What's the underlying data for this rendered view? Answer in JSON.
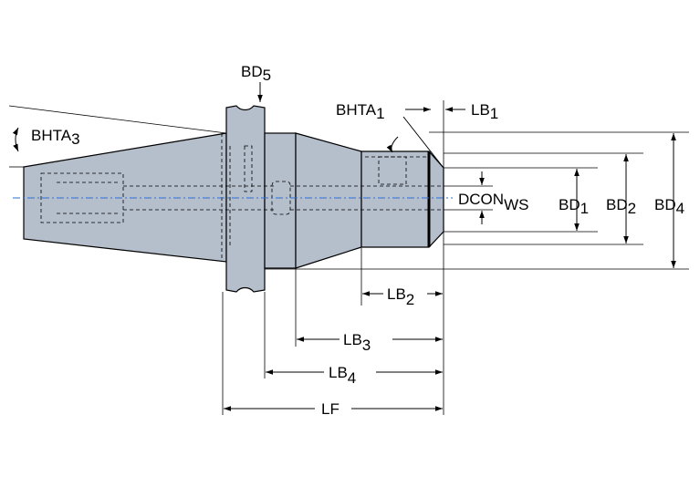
{
  "labels": {
    "bd5": {
      "base": "BD",
      "sub": "5"
    },
    "bhta1": {
      "base": "BHTA",
      "sub": "1"
    },
    "lb1": {
      "base": "LB",
      "sub": "1"
    },
    "bhta3": {
      "base": "BHTA",
      "sub": "3"
    },
    "dcon": {
      "base": "DCON",
      "sub": "WS"
    },
    "bd1": {
      "base": "BD",
      "sub": "1"
    },
    "bd2": {
      "base": "BD",
      "sub": "2"
    },
    "bd4": {
      "base": "BD",
      "sub": "4"
    },
    "lb2": {
      "base": "LB",
      "sub": "2"
    },
    "lb3": {
      "base": "LB",
      "sub": "3"
    },
    "lb4": {
      "base": "LB",
      "sub": "4"
    },
    "lf": {
      "base": "LF",
      "sub": ""
    }
  },
  "colors": {
    "body": "#b5bfcc",
    "centerline": "#2a6fd6",
    "line": "#000000"
  }
}
